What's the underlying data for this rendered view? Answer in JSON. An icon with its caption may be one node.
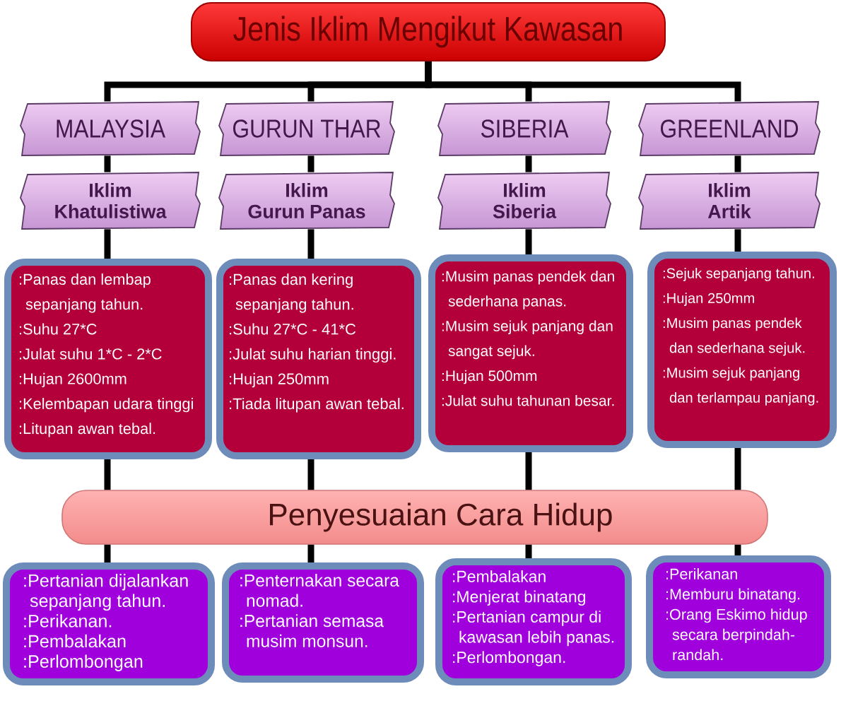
{
  "diagram": {
    "nodes": [
      {
        "text": [
          "Jenis Iklim Mengikut Kawasan"
        ]
      },
      {
        "text": [
          "MALAYSIA"
        ]
      },
      {
        "text": [
          "GURUN THAR"
        ]
      },
      {
        "text": [
          "SIBERIA"
        ]
      },
      {
        "text": [
          "GREENLAND"
        ]
      },
      {
        "text": [
          "Iklim Khatulistiwa"
        ]
      },
      {
        "text": [
          "Iklim Gurun Panas"
        ]
      },
      {
        "text": [
          "Iklim Siberia"
        ]
      },
      {
        "text": [
          "Iklim Artik"
        ]
      },
      {
        "text": [
          ":Panas dan lembap sepanjang tahun.",
          ":Suhu 27*C",
          ":Julat suhu 1*C - 2*C",
          ":Hujan 2600mm",
          ":Kelembapan udara tinggi",
          ":Litupan awan tebal."
        ]
      },
      {
        "text": [
          ":Panas dan kering sepanjang tahun.",
          ":Suhu 27*C - 41*C",
          ":Julat suhu harian tinggi.",
          ":Hujan 250mm",
          ":Tiada litupan awan tebal."
        ]
      },
      {
        "text": [
          ":Musim panas pendek dan sederhana panas.",
          ":Musim sejuk panjang dan sangat sejuk.",
          ":Hujan 500mm",
          ":Julat suhu tahunan besar."
        ]
      },
      {
        "text": [
          ":Sejuk sepanjang tahun.",
          ":Hujan 250mm",
          ":Musim panas pendek dan sederhana sejuk.",
          ":Musim sejuk panjang dan terlampau panjang."
        ]
      },
      {
        "text": [
          "Penyesuaian Cara Hidup"
        ]
      },
      {
        "text": [
          ":Pertanian dijalankan sepanjang tahun.",
          ":Perikanan.",
          ":Pembalakan",
          ":Perlombongan"
        ]
      },
      {
        "text": [
          ":Penternakan secara nomad.",
          ":Pertanian semasa musim monsun."
        ]
      },
      {
        "text": [
          ":Pembalakan",
          ":Menjerat binatang",
          ":Pertanian campur di kawasan lebih panas.",
          ":Perlombongan."
        ]
      },
      {
        "text": [
          ":Perikanan",
          ":Memburu binatang.",
          ":Orang Eskimo hidup secara berpindah-randah."
        ]
      }
    ],
    "edges": [
      {
        "from": 0,
        "to": 1,
        "arrow": "none"
      },
      {
        "from": 0,
        "to": 2,
        "arrow": "none"
      },
      {
        "from": 0,
        "to": 3,
        "arrow": "none"
      },
      {
        "from": 0,
        "to": 4,
        "arrow": "none"
      },
      {
        "from": 1,
        "to": 5,
        "arrow": "none"
      },
      {
        "from": 2,
        "to": 6,
        "arrow": "none"
      },
      {
        "from": 3,
        "to": 7,
        "arrow": "none"
      },
      {
        "from": 4,
        "to": 8,
        "arrow": "none"
      },
      {
        "from": 5,
        "to": 9,
        "arrow": "none"
      },
      {
        "from": 6,
        "to": 10,
        "arrow": "none"
      },
      {
        "from": 7,
        "to": 11,
        "arrow": "none"
      },
      {
        "from": 8,
        "to": 12,
        "arrow": "none"
      },
      {
        "from": 9,
        "to": 13,
        "arrow": "none"
      },
      {
        "from": 10,
        "to": 13,
        "arrow": "none"
      },
      {
        "from": 11,
        "to": 13,
        "arrow": "none"
      },
      {
        "from": 12,
        "to": 13,
        "arrow": "none"
      },
      {
        "from": 13,
        "to": 14,
        "arrow": "none"
      },
      {
        "from": 13,
        "to": 15,
        "arrow": "none"
      },
      {
        "from": 13,
        "to": 16,
        "arrow": "none"
      },
      {
        "from": 13,
        "to": 17,
        "arrow": "none"
      }
    ]
  }
}
